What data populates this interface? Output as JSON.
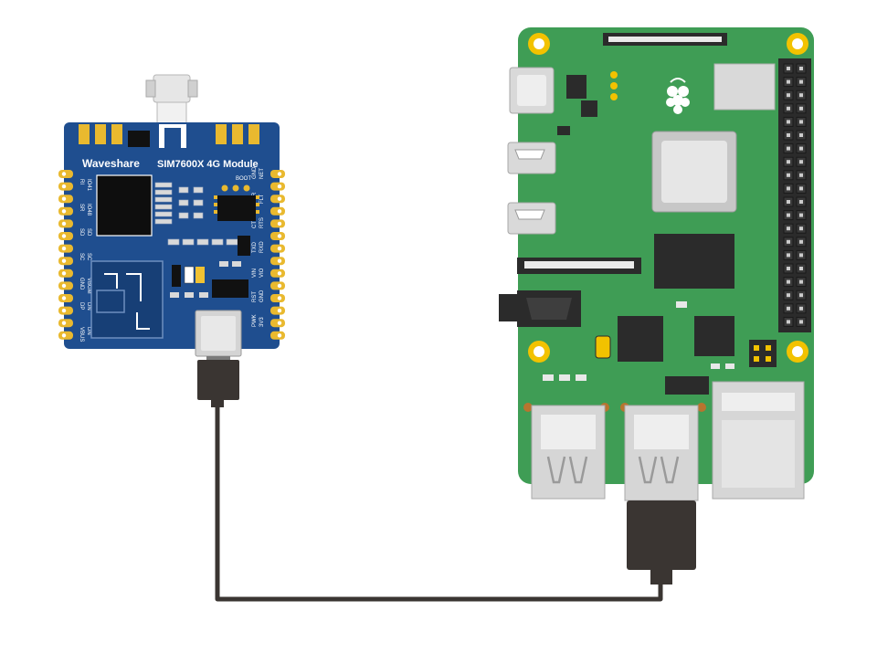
{
  "colors": {
    "background": "#ffffff",
    "module_pcb": "#1f4e8f",
    "module_pcb_dark": "#173f76",
    "gold": "#e9b92f",
    "pi_pcb": "#3f9d55",
    "pi_pcb_dark": "#2f8546",
    "cable": "#3a3532",
    "metal": "#d8d8d8",
    "chip": "#2e2e2e"
  },
  "module": {
    "brand": "Waveshare",
    "model": "SIM7600X 4G Module",
    "boot_label": "BOOT",
    "pins_left": [
      "RI",
      "SR",
      "SD",
      "SC",
      "GND",
      "DP",
      "VBUS"
    ],
    "pins_left_b": [
      "IO41",
      "IO48",
      "SD",
      "SC",
      "VBGM",
      "DN",
      "DN"
    ],
    "pins_right": [
      "NET",
      "FLT",
      "RTS",
      "RXD",
      "VIO",
      "GND",
      "3V3"
    ],
    "pins_right_b": [
      "GND",
      "DTR",
      "CTS",
      "TXD",
      "VIN",
      "RST",
      "PWK"
    ]
  },
  "connection": {
    "from": "sim7600-usb-port",
    "to": "raspberry-pi-usb-port"
  }
}
